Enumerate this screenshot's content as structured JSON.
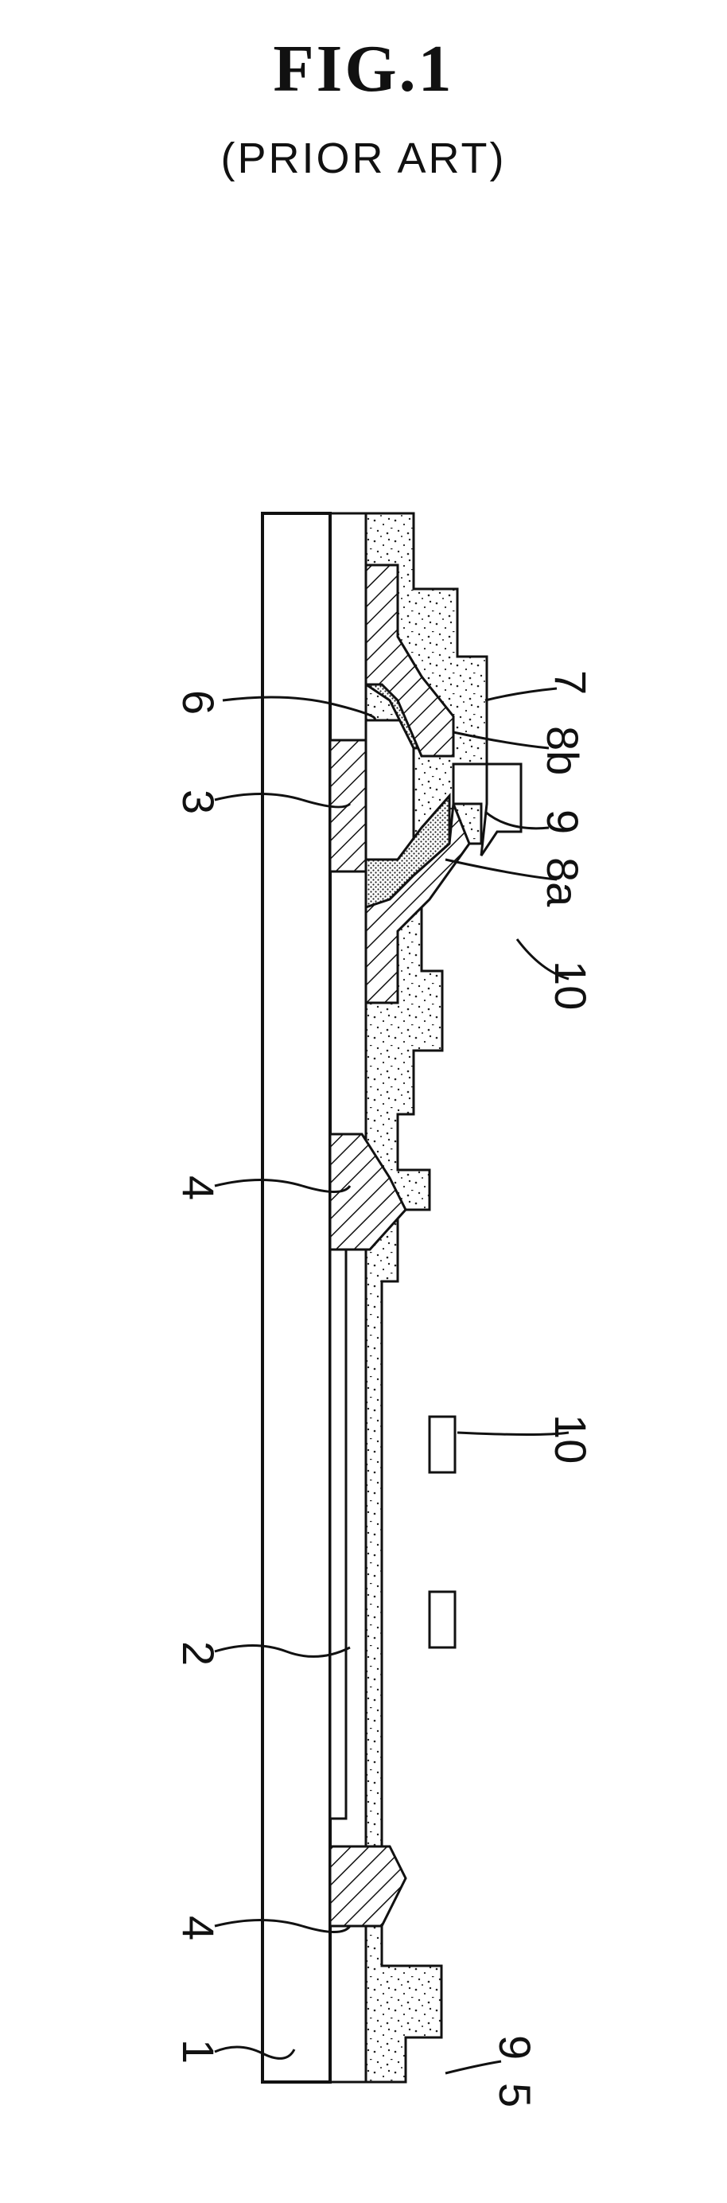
{
  "figure": {
    "title": "FIG.1",
    "subtitle": "(PRIOR ART)"
  },
  "labels": {
    "l1": "1",
    "l2": "2",
    "l3": "3",
    "l4a": "4",
    "l4b": "4",
    "l5": "5",
    "l6": "6",
    "l7": "7",
    "l8a": "8a",
    "l8b": "8b",
    "l9a": "9",
    "l9b": "9",
    "l10a": "10",
    "l10b": "10"
  }
}
